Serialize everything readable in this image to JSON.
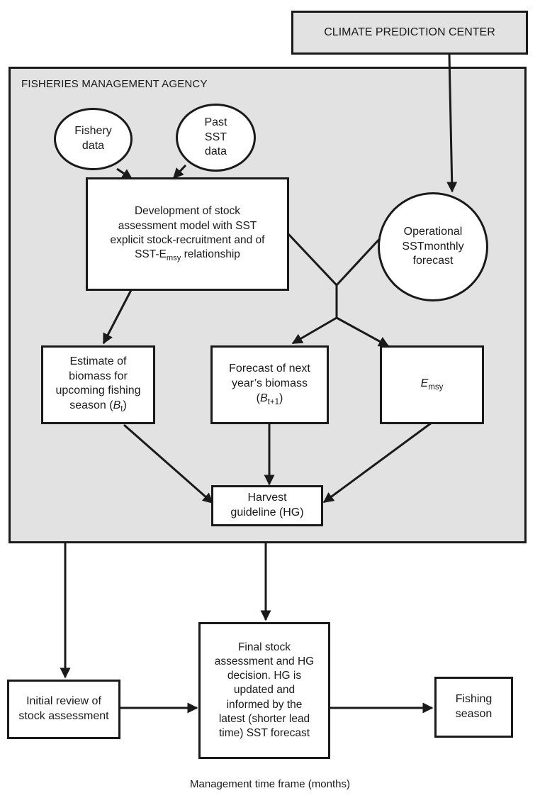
{
  "climate_center": {
    "label": "CLIMATE PREDICTION CENTER"
  },
  "agency": {
    "label": "FISHERIES MANAGEMENT AGENCY"
  },
  "fishery_data": {
    "line1": "Fishery",
    "line2": "data"
  },
  "past_sst": {
    "line1": "Past",
    "line2": "SST",
    "line3": "data"
  },
  "development": {
    "line1": "Development of stock",
    "line2": "assessment model with SST",
    "line3": "explicit stock-recruitment and of",
    "line4_pre": "SST-E",
    "line4_sub": "msy",
    "line4_post": "relationship"
  },
  "operational": {
    "line1": "Operational",
    "line2": "SSTmonthly",
    "line3": "forecast"
  },
  "estimate_biomass": {
    "line1": "Estimate of",
    "line2": "biomass for",
    "line3": "upcoming fishing",
    "line4_pre": "season (",
    "line4_var": "B",
    "line4_sub": "t",
    "line4_post": ")"
  },
  "forecast_biomass": {
    "line1": "Forecast of next",
    "line2": "year’s biomass",
    "line3_pre": "(",
    "line3_var": "B",
    "line3_sub": "t+1",
    "line3_post": ")"
  },
  "emsy": {
    "var": "E",
    "sub": "msy"
  },
  "harvest": {
    "line1": "Harvest",
    "line2": "guideline (HG)"
  },
  "initial_review": {
    "line1": "Initial review of",
    "line2": "stock assessment"
  },
  "final_assessment": {
    "line1": "Final stock",
    "line2": "assessment and HG",
    "line3": "decision. HG is",
    "line4": "updated and",
    "line5": "informed by the",
    "line6": "latest (shorter lead",
    "line7": "time) SST forecast"
  },
  "fishing_season": {
    "line1": "Fishing",
    "line2": "season"
  },
  "footer": {
    "label": "Management time frame (months)"
  },
  "colors": {
    "agency_bg": "#e2e2e2",
    "stroke": "#1a1a1a",
    "box_bg": "#ffffff"
  }
}
